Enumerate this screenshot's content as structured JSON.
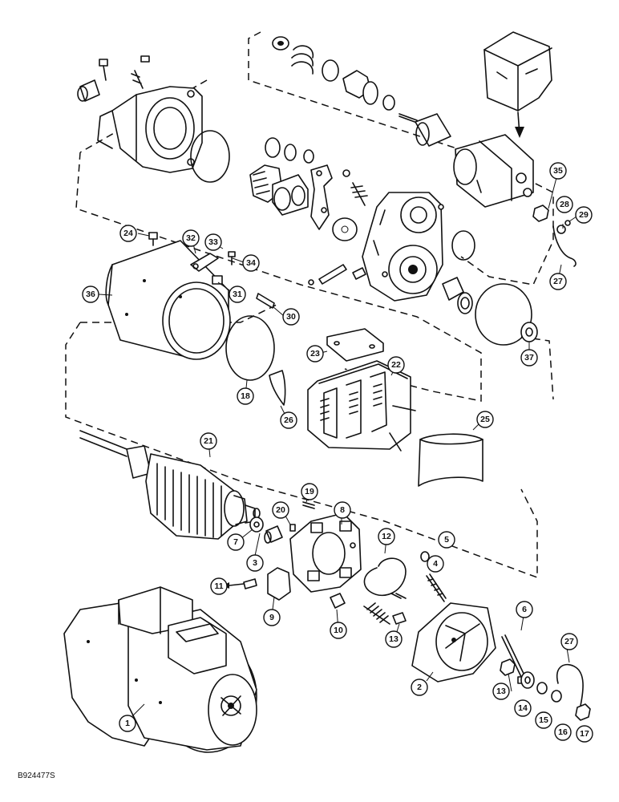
{
  "figure_id": "B924477S",
  "callouts": [
    {
      "label": "1"
    },
    {
      "label": "2"
    },
    {
      "label": "3"
    },
    {
      "label": "4"
    },
    {
      "label": "5"
    },
    {
      "label": "6"
    },
    {
      "label": "7"
    },
    {
      "label": "8"
    },
    {
      "label": "9"
    },
    {
      "label": "10"
    },
    {
      "label": "11"
    },
    {
      "label": "12"
    },
    {
      "label": "13"
    },
    {
      "label": "13"
    },
    {
      "label": "14"
    },
    {
      "label": "15"
    },
    {
      "label": "16"
    },
    {
      "label": "17"
    },
    {
      "label": "18"
    },
    {
      "label": "19"
    },
    {
      "label": "20"
    },
    {
      "label": "21"
    },
    {
      "label": "22"
    },
    {
      "label": "23"
    },
    {
      "label": "24"
    },
    {
      "label": "25"
    },
    {
      "label": "26"
    },
    {
      "label": "27"
    },
    {
      "label": "27"
    },
    {
      "label": "28"
    },
    {
      "label": "29"
    },
    {
      "label": "30"
    },
    {
      "label": "31"
    },
    {
      "label": "32"
    },
    {
      "label": "33"
    },
    {
      "label": "34"
    },
    {
      "label": "35"
    },
    {
      "label": "36"
    },
    {
      "label": "37"
    }
  ]
}
